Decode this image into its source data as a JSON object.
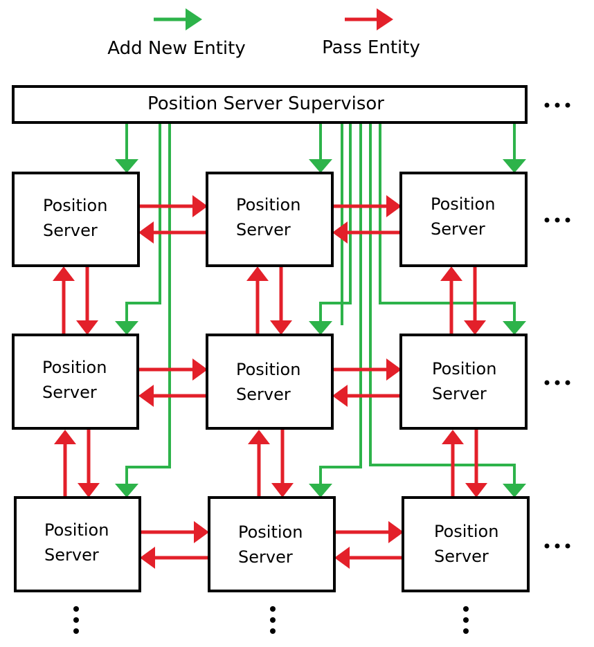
{
  "legend": {
    "add_label": "Add New Entity",
    "pass_label": "Pass Entity"
  },
  "supervisor": {
    "label": "Position Server Supervisor"
  },
  "server": {
    "line1": "Position",
    "line2": "Server"
  },
  "grid": {
    "rows": 3,
    "cols": 3,
    "row_continuation": "…",
    "col_continuation": "⋮"
  },
  "colors": {
    "add_new_entity": "#2db34a",
    "pass_entity": "#e3202a",
    "box_stroke": "#000000"
  }
}
